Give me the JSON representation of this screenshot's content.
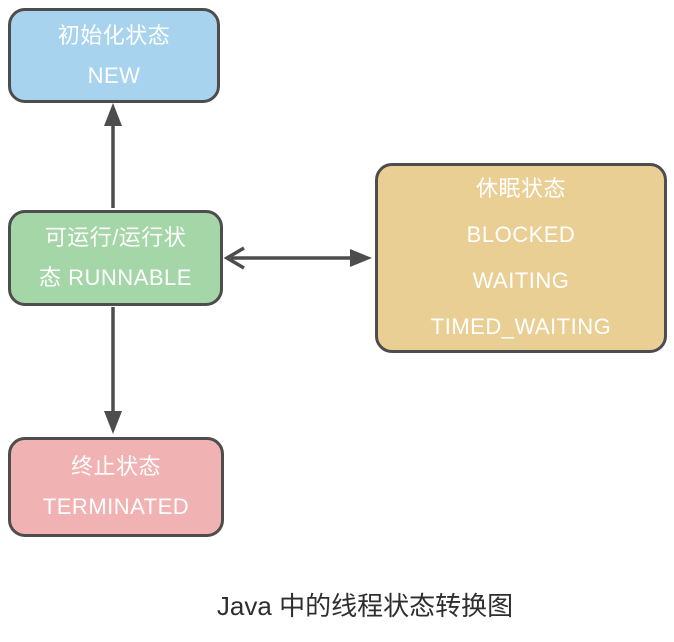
{
  "diagram": {
    "caption": "Java 中的线程状态转换图",
    "boxes": {
      "new": {
        "lines": [
          "初始化状态",
          "NEW"
        ],
        "fill": "#a8d3ee"
      },
      "runnable": {
        "lines": [
          "可运行/运行状",
          "态 RUNNABLE"
        ],
        "fill": "#a5d6a7"
      },
      "sleep": {
        "lines": [
          "休眠状态",
          "BLOCKED",
          "WAITING",
          "TIMED_WAITING"
        ],
        "fill": "#e9cf94"
      },
      "terminated": {
        "lines": [
          "终止状态",
          "TERMINATED"
        ],
        "fill": "#f0b2b2"
      }
    },
    "arrows": [
      {
        "from": "RUNNABLE",
        "to": "NEW",
        "heads": "single",
        "direction": "up"
      },
      {
        "from": "RUNNABLE",
        "to": "BLOCKED/WAITING/TIMED_WAITING",
        "heads": "double",
        "direction": "horizontal"
      },
      {
        "from": "RUNNABLE",
        "to": "TERMINATED",
        "heads": "single",
        "direction": "down"
      }
    ],
    "colors": {
      "border": "#4d4d4d",
      "arrow": "#4d4d4d",
      "box_text": "#ffffff",
      "caption_text": "#2e2e2e",
      "background": "#ffffff"
    }
  }
}
